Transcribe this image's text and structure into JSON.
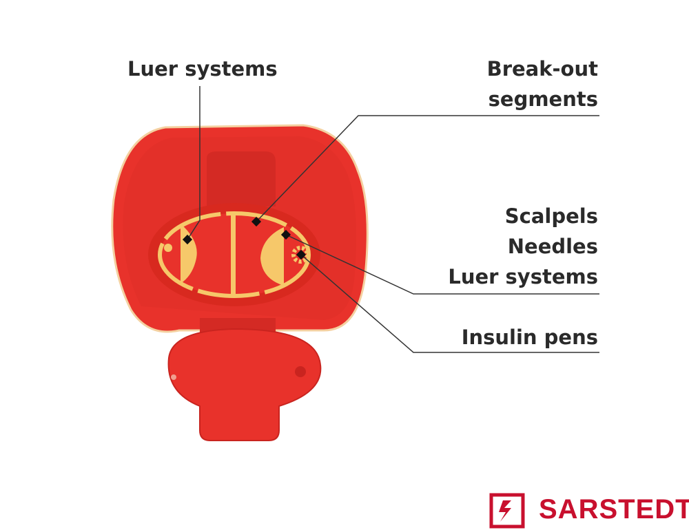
{
  "labels": {
    "luer_top": "Luer systems",
    "breakout_line1": "Break-out",
    "breakout_line2": "segments",
    "scalpels": "Scalpels",
    "needles": "Needles",
    "luer_right": "Luer systems",
    "insulin": "Insulin pens"
  },
  "brand": {
    "name": "SARSTEDT",
    "color": "#c8102e"
  },
  "colors": {
    "lid": "#e8322b",
    "lid_dark": "#c9241f",
    "segment": "#f6c86a"
  }
}
